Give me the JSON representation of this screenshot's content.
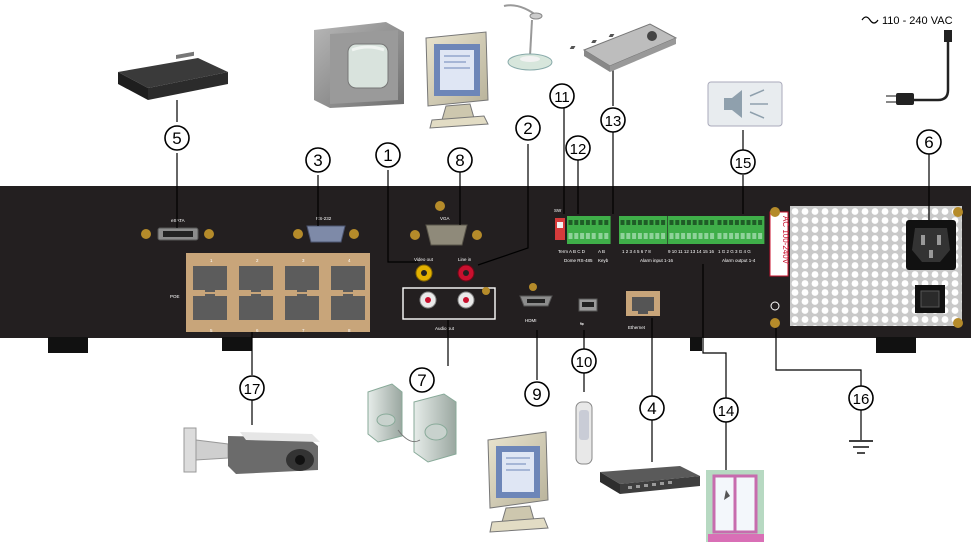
{
  "power_label": "110 - 240 VAC",
  "callouts": [
    "1",
    "2",
    "3",
    "4",
    "5",
    "6",
    "7",
    "8",
    "9",
    "10",
    "11",
    "12",
    "13",
    "14",
    "15",
    "16",
    "17"
  ],
  "panel": {
    "esata": "eSATA",
    "rs232": "RS-232",
    "vga": "VGA",
    "video_out": "Video out",
    "line_in": "Line in",
    "audio_out": "Audio out",
    "poe": "POE",
    "poe_ports": [
      "1",
      "2",
      "3",
      "4",
      "5",
      "6",
      "7",
      "8"
    ],
    "hdmi": "HDMI",
    "ethernet": "Ethernet",
    "switch_label": "SW",
    "rs485_terms": "Term A B C D",
    "rs485_label": "Dome RS-485",
    "keyb_terms": "A B",
    "keyb_label": "Keyb",
    "alarm_in_1_8": "1 2 3 4 5 6 7 8",
    "alarm_in_9_16": "9 10 11 12 13 14 15 16",
    "alarm_in_label": "Alarm input 1-16",
    "alarm_out_terms": "1 G 2 G 3 G 4 G",
    "alarm_out_label": "Alarm output 1-4",
    "ac_label": "AC 100-240V"
  },
  "colors": {
    "panel": "#231f20",
    "terminal": "#3fae49",
    "rj45": "#c8a57a",
    "rca_yellow": "#e2b100",
    "rca_red": "#c8102e"
  }
}
